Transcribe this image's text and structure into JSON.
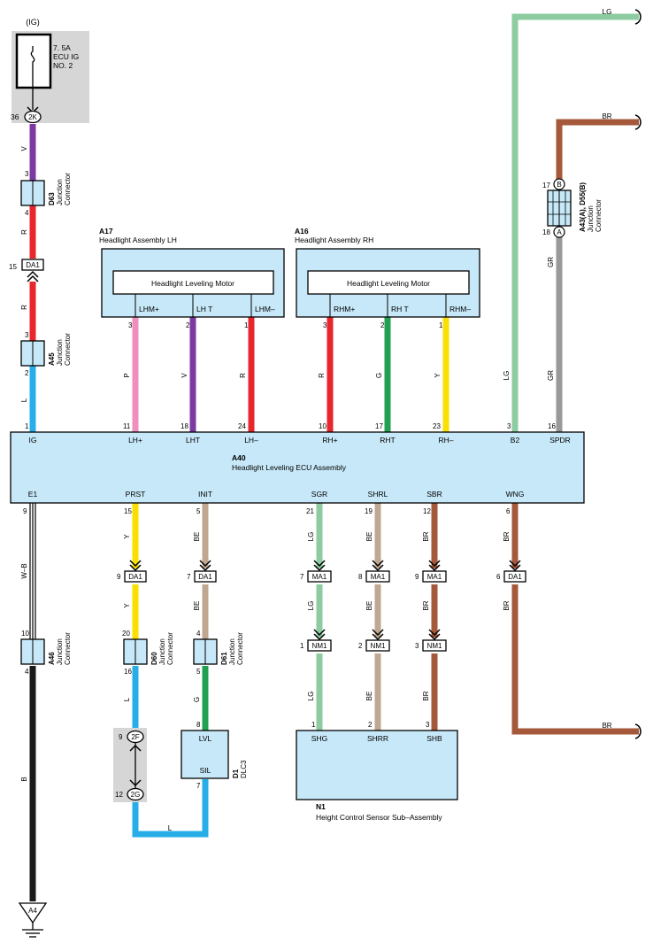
{
  "colors": {
    "LG": "#8ccca0",
    "BR": "#a5583a",
    "V": "#7c3aa0",
    "R": "#e8262d",
    "L": "#27aee8",
    "P": "#ef8fc0",
    "G": "#20a050",
    "Y": "#f9e000",
    "BE": "#bfa88f",
    "GR": "#999999",
    "B": "#1a1a1a",
    "box_fill": "#c7e8f8",
    "gray_area": "#d6d6d6"
  },
  "fuse": {
    "supply": "(IG)",
    "rating": "7. 5A",
    "name": "ECU IG",
    "number": "NO. 2",
    "connector": "2K",
    "pin": "36"
  },
  "junctions": {
    "d63": {
      "id": "D63",
      "desc": "Junction\nConnector",
      "pin_top": "3",
      "pin_bottom": "4"
    },
    "a45": {
      "id": "A45",
      "desc": "Junction\nConnector",
      "pin_top": "3",
      "pin_bottom": "2"
    },
    "a46": {
      "id": "A46",
      "desc": "Junction\nConnector",
      "pin_top": "10",
      "pin_bottom": "4"
    },
    "d60": {
      "id": "D60",
      "desc": "Junction\nConnector",
      "pin_top": "20",
      "pin_bottom": "16"
    },
    "d61": {
      "id": "D61",
      "desc": "Junction\nConnector",
      "pin_top": "4",
      "pin_bottom": "5"
    },
    "a43": {
      "id": "A43(A), D55(B)",
      "desc": "Junction\nConnector",
      "pin_top": "17",
      "pin_bottom": "18",
      "letter_top": "B",
      "letter_bottom": "A"
    }
  },
  "inline_connectors": {
    "da1_top": {
      "label": "DA1",
      "pin": "15"
    },
    "prst": {
      "label": "DA1",
      "pin": "9"
    },
    "init": {
      "label": "DA1",
      "pin": "7"
    },
    "sgr_ma1": {
      "label": "MA1",
      "pin": "7"
    },
    "shrl_ma1": {
      "label": "MA1",
      "pin": "8"
    },
    "sbr_ma1": {
      "label": "MA1",
      "pin": "9"
    },
    "wng": {
      "label": "DA1",
      "pin": "6"
    },
    "sgr_nm1": {
      "label": "NM1",
      "pin": "1"
    },
    "shrl_nm1": {
      "label": "NM1",
      "pin": "2"
    },
    "sbr_nm1": {
      "label": "NM1",
      "pin": "3"
    },
    "c2f": {
      "label": "2F",
      "pin": "9"
    },
    "c2g": {
      "label": "2G",
      "pin": "12"
    }
  },
  "headlight_lh": {
    "id": "A17",
    "name": "Headlight Assembly LH",
    "motor": "Headlight Leveling Motor",
    "terms": [
      "LHM+",
      "LH T",
      "LHM–"
    ],
    "pins": [
      "3",
      "2",
      "1"
    ]
  },
  "headlight_rh": {
    "id": "A16",
    "name": "Headlight Assembly RH",
    "motor": "Headlight Leveling Motor",
    "terms": [
      "RHM+",
      "RH T",
      "RHM–"
    ],
    "pins": [
      "3",
      "2",
      "1"
    ]
  },
  "ecu": {
    "id": "A40",
    "name": "Headlight Leveling ECU Assembly",
    "top_terms": [
      "IG",
      "LH+",
      "LHT",
      "LH–",
      "RH+",
      "RHT",
      "RH–",
      "B2",
      "SPDR"
    ],
    "top_pins": [
      "1",
      "11",
      "18",
      "24",
      "10",
      "17",
      "23",
      "3",
      "16"
    ],
    "bottom_terms": [
      "E1",
      "PRST",
      "INIT",
      "SGR",
      "SHRL",
      "SBR",
      "WNG"
    ],
    "bottom_pins": [
      "9",
      "15",
      "5",
      "21",
      "19",
      "12",
      "6"
    ]
  },
  "dlc3": {
    "id": "D1",
    "name": "DLC3",
    "terms": [
      "LVL",
      "SIL"
    ],
    "pins": [
      "8",
      "7"
    ]
  },
  "sensor": {
    "id": "N1",
    "name": "Height Control Sensor Sub–Assembly",
    "terms": [
      "SHG",
      "SHRR",
      "SHB"
    ],
    "pins": [
      "1",
      "2",
      "3"
    ]
  },
  "ground": {
    "id": "A4"
  },
  "wire_labels": {
    "ig_v": "V",
    "ig_r1": "R",
    "ig_r2": "R",
    "ig_l": "L",
    "lh_p": "P",
    "lh_v": "V",
    "lh_r": "R",
    "rh_r": "R",
    "rh_g": "G",
    "rh_y": "Y",
    "b2_lg": "LG",
    "spdr_gr_upper": "GR",
    "spdr_gr_lower": "GR",
    "top_lg": "LG",
    "top_br": "BR",
    "e1_wb": "W–B",
    "e1_b": "B",
    "prst_y1": "Y",
    "prst_y2": "Y",
    "prst_l": "L",
    "init_be1": "BE",
    "init_be2": "BE",
    "init_g": "G",
    "loop_l": "L",
    "sgr_lg1": "LG",
    "sgr_lg2": "LG",
    "sgr_lg3": "LG",
    "shrl_be1": "BE",
    "shrl_be2": "BE",
    "shrl_be3": "BE",
    "sbr_br1": "BR",
    "sbr_br2": "BR",
    "sbr_br3": "BR",
    "wng_br1": "BR",
    "wng_br2": "BR",
    "wng_br3": "BR"
  }
}
